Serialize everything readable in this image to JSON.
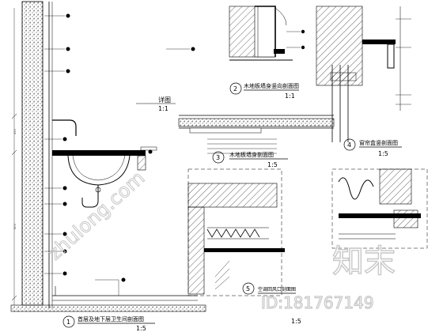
{
  "drawings": [
    {
      "num": "1",
      "title": "首层及地下层卫生间剖面图",
      "scale": "1:5"
    },
    {
      "num": "2",
      "title": "木地板墙身竖向剖面图",
      "scale": "1:1"
    },
    {
      "num": "3",
      "title": "木地板墙身剖面图",
      "scale": "1:5"
    },
    {
      "num": "4",
      "title": "窗帘盒竖剖面图",
      "scale": "1:5"
    },
    {
      "num": "5",
      "title": "空调回风口剖面图",
      "scale": "1:5"
    }
  ],
  "detail": {
    "title": "详图",
    "scale": "1:1"
  },
  "watermark": {
    "site": "zhulong.com",
    "brand": "知末",
    "id": "ID:181767149"
  },
  "colors": {
    "line": "#000000",
    "hatch": "#555555",
    "watermark": "#c8c8c8"
  }
}
